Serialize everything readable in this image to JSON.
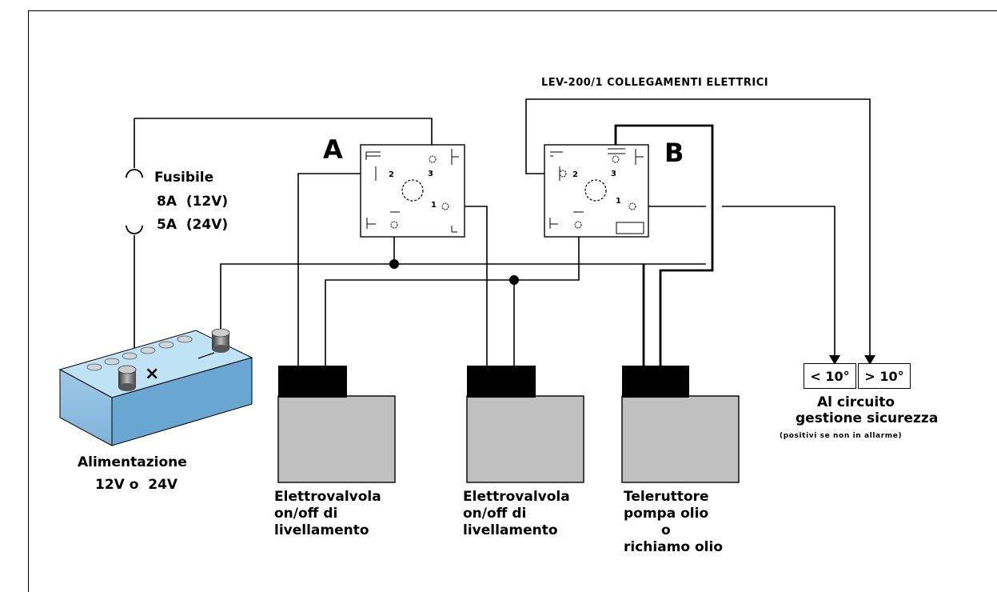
{
  "title": "LEV-200/1  COLLEGAMENTI ELETTRICI",
  "switch_a": {
    "label": "A",
    "terminals": [
      "2",
      "3",
      "1"
    ]
  },
  "switch_b": {
    "label": "B",
    "terminals": [
      "2",
      "3",
      "1"
    ]
  },
  "fuse": {
    "title": "Fusibile",
    "rating_1": "8A  (12V)",
    "rating_2": "5A  (24V)"
  },
  "battery": {
    "line1": "Alimentazione",
    "line2": "12V o  24V",
    "polarity_symbol": "×"
  },
  "valve_1": {
    "line1": "Elettrovalvola",
    "line2": "on/off di",
    "line3": "livellamento"
  },
  "valve_2": {
    "line1": "Elettrovalvola",
    "line2": "on/off di",
    "line3": "livellamento"
  },
  "contactor": {
    "line1": "Teleruttore",
    "line2": "pompa olio",
    "line3": "o",
    "line4": "richiamo olio"
  },
  "outputs": {
    "low": "< 10°",
    "high": "> 10°",
    "line1": "Al circuito",
    "line2": "gestione sicurezza",
    "note": "(positivi se non in allarme)"
  }
}
